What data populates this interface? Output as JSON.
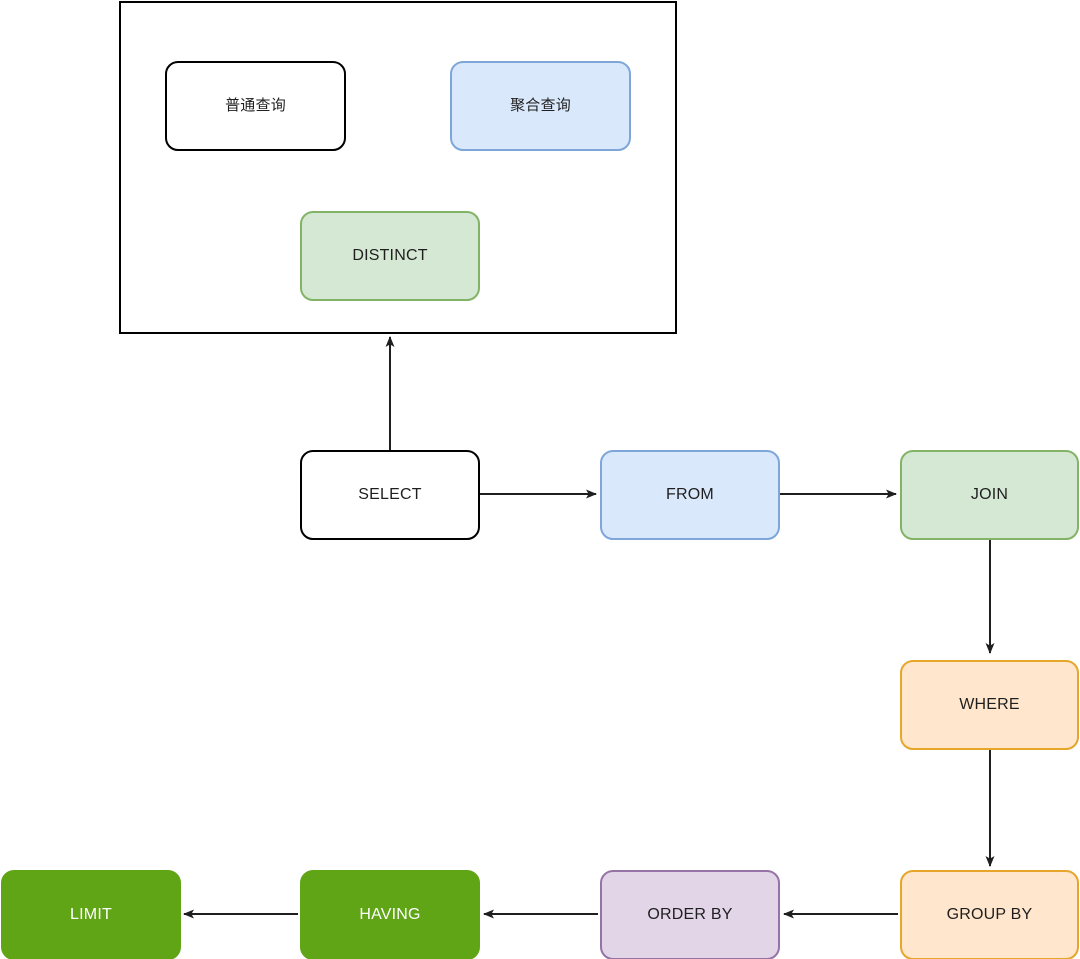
{
  "diagram": {
    "title": "SQL query clause execution flow",
    "background": "#ffffff",
    "palette": {
      "plain_fill": "#ffffff",
      "plain_stroke": "#000000",
      "blue_fill": "#dae8fc",
      "blue_stroke": "#7ea6d9",
      "green_fill": "#d5e8d4",
      "green_stroke": "#82b366",
      "orange_fill": "#ffe6cc",
      "orange_stroke": "#e5a62a",
      "purple_fill": "#e1d5e7",
      "purple_stroke": "#9673a6",
      "solid_green_fill": "#5fa516",
      "solid_green_text": "#ffffff",
      "edge_stroke": "#1f1f1f",
      "text": "#1f1f1f"
    },
    "group": {
      "name": "select-detail-group",
      "label": ""
    },
    "nodes": [
      {
        "id": "normal-query",
        "label": "普通查询",
        "theme": "plain",
        "cjk": true
      },
      {
        "id": "aggregate-query",
        "label": "聚合查询",
        "theme": "blue",
        "cjk": true
      },
      {
        "id": "distinct",
        "label": "DISTINCT",
        "theme": "green",
        "cjk": false
      },
      {
        "id": "select",
        "label": "SELECT",
        "theme": "plain",
        "cjk": false
      },
      {
        "id": "from",
        "label": "FROM",
        "theme": "blue",
        "cjk": false
      },
      {
        "id": "join",
        "label": "JOIN",
        "theme": "green",
        "cjk": false
      },
      {
        "id": "where",
        "label": "WHERE",
        "theme": "orange",
        "cjk": false
      },
      {
        "id": "group-by",
        "label": "GROUP BY",
        "theme": "orange",
        "cjk": false
      },
      {
        "id": "order-by",
        "label": "ORDER BY",
        "theme": "purple",
        "cjk": false
      },
      {
        "id": "having",
        "label": "HAVING",
        "theme": "solid-green",
        "cjk": false
      },
      {
        "id": "limit",
        "label": "LIMIT",
        "theme": "solid-green",
        "cjk": false
      }
    ],
    "edges": [
      {
        "id": "select-to-group",
        "from": "select",
        "to": "select-detail-group",
        "direction": "up",
        "label": ""
      },
      {
        "id": "select-to-from",
        "from": "select",
        "to": "from",
        "direction": "right",
        "label": ""
      },
      {
        "id": "from-to-join",
        "from": "from",
        "to": "join",
        "direction": "right",
        "label": ""
      },
      {
        "id": "join-to-where",
        "from": "join",
        "to": "where",
        "direction": "down",
        "label": ""
      },
      {
        "id": "where-to-group-by",
        "from": "where",
        "to": "group-by",
        "direction": "down",
        "label": ""
      },
      {
        "id": "group-by-to-order-by",
        "from": "group-by",
        "to": "order-by",
        "direction": "left",
        "label": ""
      },
      {
        "id": "order-by-to-having",
        "from": "order-by",
        "to": "having",
        "direction": "left",
        "label": ""
      },
      {
        "id": "having-to-limit",
        "from": "having",
        "to": "limit",
        "direction": "left",
        "label": ""
      }
    ]
  }
}
